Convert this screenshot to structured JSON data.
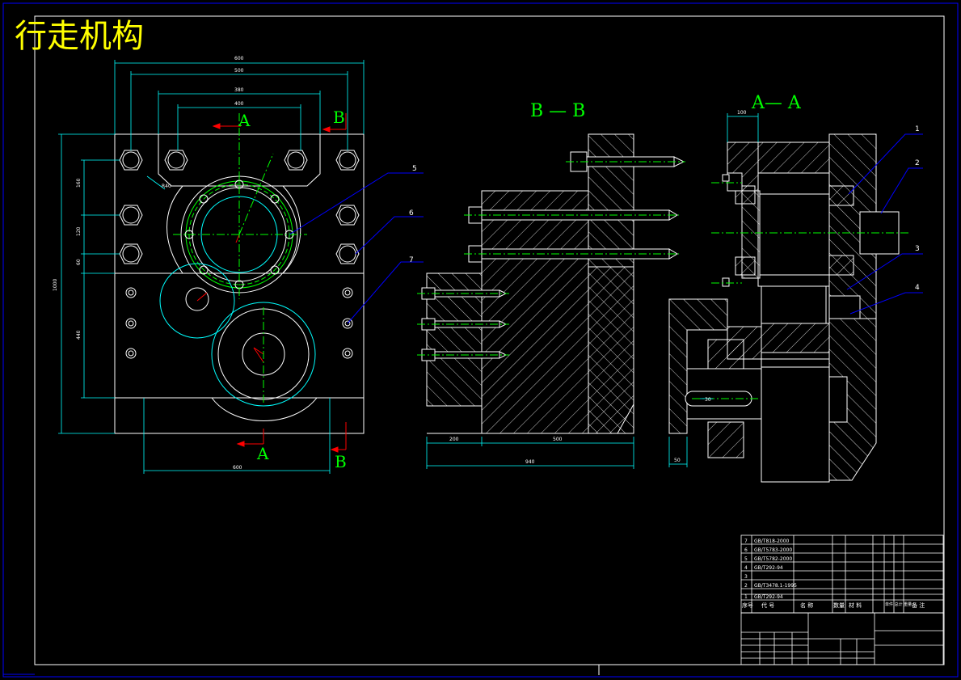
{
  "title": "行走机构",
  "section_labels": {
    "main_a_top": "A",
    "main_b_top": "B",
    "main_a_bottom": "A",
    "main_b_bottom": "B",
    "view_bb": "B — B",
    "view_aa": "A— A"
  },
  "balloons": {
    "left": [
      "5",
      "6",
      "7"
    ],
    "right": [
      "1",
      "2",
      "3",
      "4"
    ]
  },
  "colors": {
    "background": "#000000",
    "outline": "#ffffff",
    "centerline": "#00ff00",
    "dimension": "#00ffff",
    "hatch": "#ffffff",
    "leader": "#0000ff",
    "section_arrow": "#ff0000",
    "title": "#ffff00"
  },
  "bom_rows": [
    {
      "no": "7",
      "code": "GB/T818-2000"
    },
    {
      "no": "6",
      "code": "GB/T5783-2000"
    },
    {
      "no": "5",
      "code": "GB/T5782-2000"
    },
    {
      "no": "4",
      "code": "GB/T292-94"
    },
    {
      "no": "3",
      "code": ""
    },
    {
      "no": "2",
      "code": "GB/T3478.1-1995"
    },
    {
      "no": "1",
      "code": "GB/T292-94"
    }
  ],
  "bom_header": [
    "序号",
    "代  号",
    "名  称",
    "数量",
    "材  料",
    "单件 总计 重量",
    "备  注"
  ]
}
